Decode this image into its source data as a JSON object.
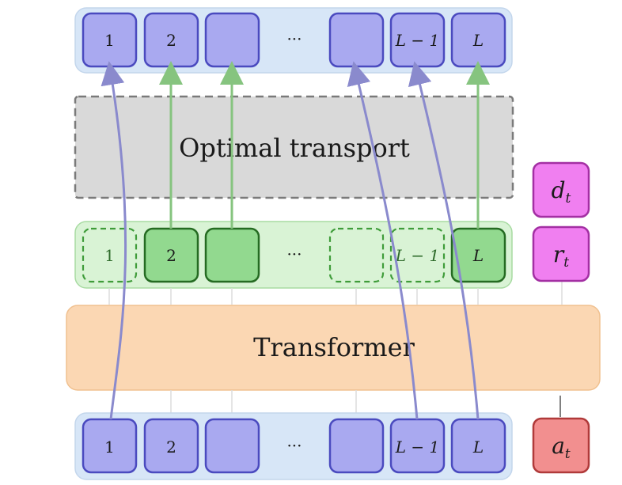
{
  "top_row": {
    "slots": [
      "1",
      "2",
      "",
      "",
      "L − 1",
      "L"
    ],
    "ellipsis": "···"
  },
  "optimal_transport": {
    "label": "Optimal transport"
  },
  "middle_row": {
    "slots": [
      "1",
      "2",
      "",
      "",
      "L − 1",
      "L"
    ],
    "ellipsis": "···"
  },
  "transformer": {
    "label": "Transformer"
  },
  "bottom_row": {
    "slots": [
      "1",
      "2",
      "",
      "",
      "L − 1",
      "L"
    ],
    "ellipsis": "···"
  },
  "side": {
    "d": {
      "base": "d",
      "sub": "t"
    },
    "r": {
      "base": "r",
      "sub": "t"
    },
    "a": {
      "base": "a",
      "sub": "t"
    }
  },
  "colors": {
    "blue_slot": "#a9a9f0",
    "blue_row_bg": "#d7e6f7",
    "green_slot": "#92d98f",
    "green_row_bg": "#d9f3d5",
    "ot_bg": "#d9d9d9",
    "transformer_bg": "#fbd7b3",
    "magenta": "#f07ff0",
    "red": "#f28f8f",
    "purple_arrow": "#8a8acd",
    "green_arrow": "#86c47f"
  }
}
